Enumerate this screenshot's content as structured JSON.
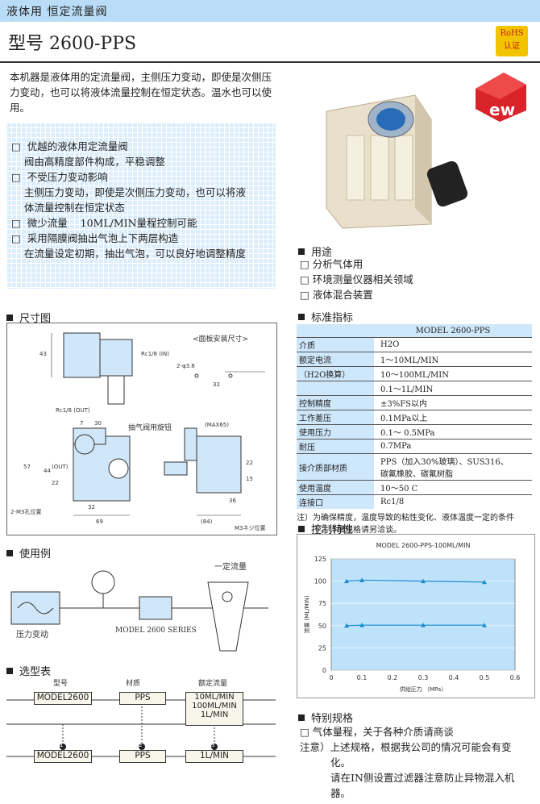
{
  "header": {
    "category": "液体用  恒定流量阀",
    "title": "型号  2600-PPS",
    "badge_line1": "RoHS",
    "badge_line2": "认证"
  },
  "intro": "本机器是液体用的定流量阀，主侧压力变动，即使是次侧压力变动，也可以将液体流量控制在恒定状态。温水也可以使用。",
  "features": [
    "□  优越的液体用定流量阀",
    "    阀由高精度部件构成，平稳调整",
    "□  不受压力变动影响",
    "    主侧压力变动，即使是次侧压力变动，也可以将液",
    "    体流量控制在恒定状态",
    "□  微少流量    10ML/MIN量程控制可能",
    "□  采用隔膜阀抽出气泡上下两层构造",
    "    在流量设定初期，抽出气泡，可以良好地调整精度"
  ],
  "sections": {
    "usage": "用途",
    "dimension": "尺寸图",
    "spec": "标准指标",
    "example": "使用例",
    "control": "控制特性",
    "selection": "选型表",
    "special": "特别规格"
  },
  "usage_items": [
    "□  分析气体用",
    "□  环境测量仪器相关领域",
    "□  液体混合装置"
  ],
  "spec_table": {
    "model": "MODEL  2600-PPS",
    "rows": [
      {
        "k": "介质",
        "v": [
          "H2O"
        ]
      },
      {
        "k": "额定电流",
        "v": [
          "1～10ML/MIN"
        ]
      },
      {
        "k": "（H2O换算）",
        "v": [
          "10～100ML/MIN"
        ]
      },
      {
        "k": "",
        "v": [
          "0.1～1L/MIN"
        ]
      },
      {
        "k": "控制精度",
        "v": [
          "±3%FS以内"
        ]
      },
      {
        "k": "工作差压",
        "v": [
          "0.1MPa以上"
        ]
      },
      {
        "k": "使用压力",
        "v": [
          "0.1～ 0.5MPa"
        ]
      },
      {
        "k": "耐压",
        "v": [
          "0.7MPa"
        ]
      },
      {
        "k": "接介质部材质",
        "v": [
          "PPS（加入30%玻璃）、SUS316、",
          "碳氟橡胶、碳氟树脂"
        ]
      },
      {
        "k": "使用温度",
        "v": [
          "10～50 C"
        ]
      },
      {
        "k": "连接口",
        "v": [
          "Rc1/8"
        ]
      }
    ],
    "note1": "注）为确保精度，温度导致的粘性变化、液体温度一定的条件",
    "note2": "下。详细规格请另洽谈。"
  },
  "dimension": {
    "panel_label": "<面板安装尺寸>",
    "rc_in": "Rc1/8 (IN)",
    "rc_out": "Rc1/8 (OUT)",
    "hole": "2-φ3.8",
    "d32": "32",
    "knob": "抽气阀用旋钮",
    "max65": "(MAX65)",
    "m3": "2-M3孔位置",
    "m3b": "M3ネジ位置",
    "d43": "43",
    "d7": "7",
    "d30": "30",
    "d57": "57",
    "d44": "44",
    "out": "(OUT)",
    "d22": "22",
    "d32b": "32",
    "d69": "69",
    "d36": "36",
    "d84": "(84)",
    "d15": "15",
    "d22b": "22"
  },
  "example": {
    "pressure": "压力变动",
    "constant": "一定流量",
    "series": "MODEL  2600  SERIES"
  },
  "chart_data": {
    "type": "line",
    "title": "MODEL 2600-PPS-100ML/MIN",
    "xlabel": "供給圧力 （MPa）",
    "ylabel": "流量  (ML/MIN)",
    "xlim": [
      0,
      0.6
    ],
    "ylim": [
      0,
      125
    ],
    "xticks": [
      "0",
      "0.1",
      "0.2",
      "0.3",
      "0.4",
      "0.5",
      "0.6"
    ],
    "yticks": [
      "0",
      "25",
      "50",
      "75",
      "100",
      "125"
    ],
    "series": [
      {
        "x": [
          0.05,
          0.1,
          0.3,
          0.5
        ],
        "values": [
          100,
          101,
          100,
          99
        ]
      },
      {
        "x": [
          0.05,
          0.1,
          0.3,
          0.5
        ],
        "values": [
          50,
          50.5,
          50.5,
          50.5
        ]
      }
    ],
    "color": "#1a8fd0",
    "bg": "#bfe2fb"
  },
  "selection": {
    "h_model": "型号",
    "h_material": "材质",
    "h_flow": "额定流量",
    "model": "MODEL2600",
    "material": "PPS",
    "flows": [
      "10ML/MIN",
      "100ML/MIN",
      "1L/MIN"
    ],
    "ex_model": "MODEL2600",
    "ex_material": "PPS",
    "ex_flow": "1L/MIN",
    "n1": "1",
    "n2": "2",
    "n3": "3"
  },
  "special": {
    "l1": "□  气体量程，关于各种介质请商谈",
    "l2": "注意）上述规格，根据我公司的情况可能会有变",
    "l3": "化。",
    "l4": "请在IN侧设置过滤器注意防止异物混入机",
    "l5": "器。"
  }
}
